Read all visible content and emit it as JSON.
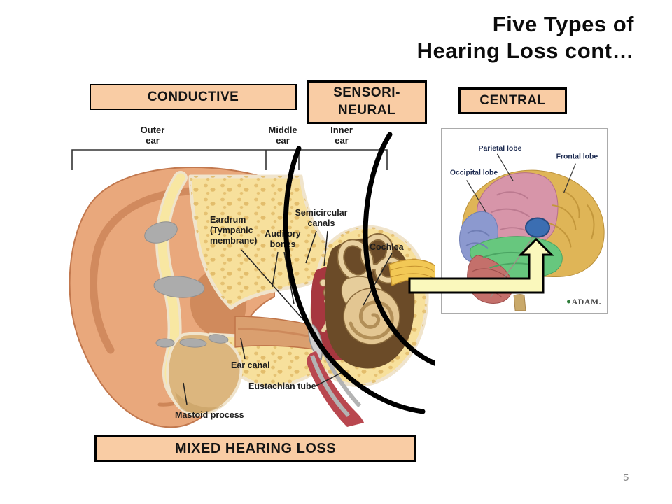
{
  "slide": {
    "title_line1": "Five Types of",
    "title_line2": "Hearing Loss cont…",
    "page_number": "5"
  },
  "type_boxes": {
    "conductive": "CONDUCTIVE",
    "sensorineural": "SENSORI-NEURAL",
    "central": "CENTRAL",
    "mixed": "MIXED HEARING LOSS"
  },
  "ear_diagram": {
    "region_labels": [
      {
        "line1": "Outer",
        "line2": "ear"
      },
      {
        "line1": "Middle",
        "line2": "ear"
      },
      {
        "line1": "Inner",
        "line2": "ear"
      }
    ],
    "part_labels": {
      "eardrum_line1": "Eardrum",
      "eardrum_line2": "(Tympanic",
      "eardrum_line3": "membrane)",
      "auditory_line1": "Auditory",
      "auditory_line2": "bones",
      "semicircular_line1": "Semicircular",
      "semicircular_line2": "canals",
      "cochlea": "Cochlea",
      "ear_canal": "Ear canal",
      "eustachian_tube": "Eustachian tube",
      "mastoid_process": "Mastoid process"
    }
  },
  "brain_figure": {
    "labels": {
      "parietal": "Parietal lobe",
      "occipital": "Occipital lobe",
      "frontal": "Frontal lobe"
    },
    "credit": "ADAM."
  },
  "accent_colors": {
    "box_fill": "#F9CCA4",
    "box_border": "#000000",
    "arrow_fill": "#FAF8BC",
    "marker_blue": "#3B6EB2"
  }
}
